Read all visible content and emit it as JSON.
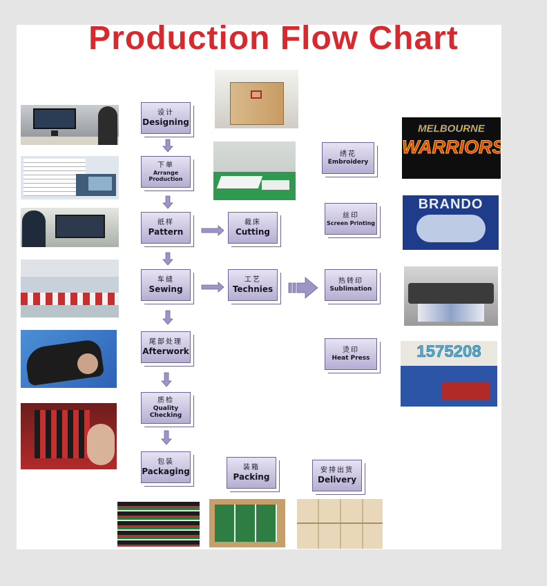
{
  "title": "Production Flow Chart",
  "colors": {
    "title": "#d8292f",
    "box_top": "#e7e2f3",
    "box_bottom": "#b6aed2",
    "box_border": "#6e6494",
    "arrow": "#9d95c8"
  },
  "steps": {
    "designing": {
      "cn": "设计",
      "en": "Designing"
    },
    "arrange": {
      "cn": "下单",
      "en": "Arrange Production"
    },
    "pattern": {
      "cn": "纸样",
      "en": "Pattern"
    },
    "cutting": {
      "cn": "裁床",
      "en": "Cutting"
    },
    "sewing": {
      "cn": "车缝",
      "en": "Sewing"
    },
    "technies": {
      "cn": "工艺",
      "en": "Technies"
    },
    "afterwork": {
      "cn": "尾部处理",
      "en": "Afterwork"
    },
    "quality": {
      "cn": "质检",
      "en": "Quality Checking"
    },
    "packaging": {
      "cn": "包装",
      "en": "Packaging"
    },
    "packing": {
      "cn": "装箱",
      "en": "Packing"
    },
    "delivery": {
      "cn": "安排出货",
      "en": "Delivery"
    },
    "embroidery": {
      "cn": "绣花",
      "en": "Embroidery"
    },
    "screen": {
      "cn": "丝印",
      "en": "Screen Printing"
    },
    "sublimation": {
      "cn": "热转印",
      "en": "Sublimation"
    },
    "heatpress": {
      "cn": "烫印",
      "en": "Heat Press"
    }
  },
  "photo_text": {
    "melbourne": "MELBOURNE",
    "warriors": "WARRIORS",
    "brando": "BRANDO",
    "number": "1575208"
  }
}
